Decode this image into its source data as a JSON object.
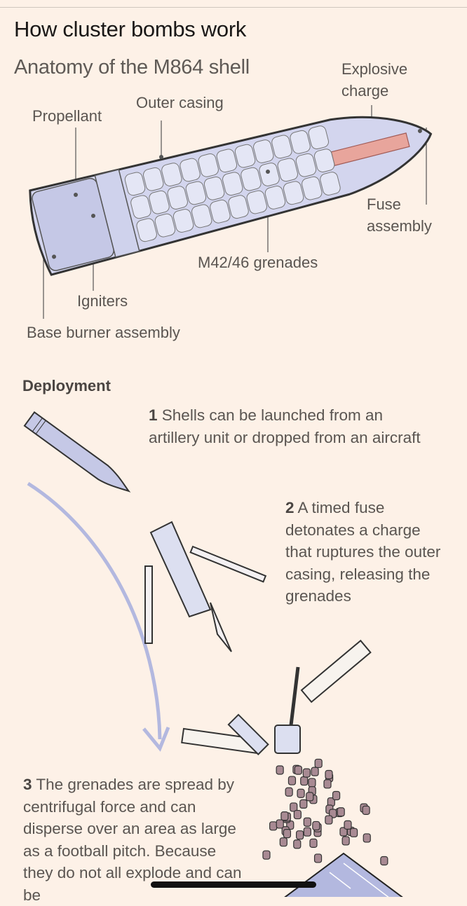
{
  "header": {
    "title": "How cluster bombs work",
    "subtitle": "Anatomy of the M864 shell"
  },
  "anatomy_labels": {
    "propellant": "Propellant",
    "outer_casing": "Outer casing",
    "explosive_charge_1": "Explosive",
    "explosive_charge_2": "charge",
    "fuse_1": "Fuse",
    "fuse_2": "assembly",
    "grenades": "M42/46 grenades",
    "igniters": "Igniters",
    "base_burner": "Base burner assembly"
  },
  "deployment": {
    "heading": "Deployment",
    "steps": [
      {
        "num": "1",
        "text": "Shells can be launched from an artillery unit or dropped from an aircraft"
      },
      {
        "num": "2",
        "text": "A timed fuse detonates a charge that ruptures the outer casing, releasing the grenades"
      },
      {
        "num": "3",
        "text": "The grenades are spread by centrifugal force and can disperse over an area as large as a football pitch. Because they do not all explode and can be"
      }
    ]
  },
  "colors": {
    "background": "#fdf1e7",
    "shell": "#c5c8e6",
    "charge": "#e8a59c",
    "grenade": "#a88a93",
    "arrow": "#b3b8df"
  }
}
